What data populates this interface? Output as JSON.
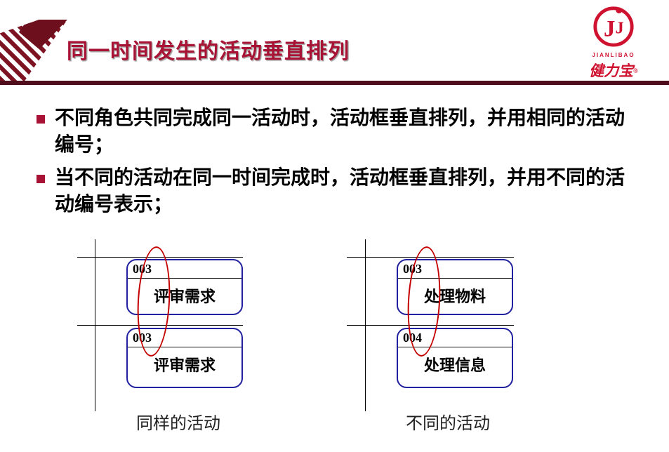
{
  "header": {
    "title": "同一时间发生的活动垂直排列"
  },
  "logo": {
    "emblem_letter": "J",
    "brand": "JIANLIBAO",
    "script": "健力宝",
    "registered": "®"
  },
  "bullets": [
    {
      "text": "不同角色共同完成同一活动时，活动框垂直排列，并用相同的活动编号；"
    },
    {
      "text": "当不同的活动在同一时间完成时，活动框垂直排列，并用不同的活动编号表示；"
    }
  ],
  "diagrams": [
    {
      "caption": "同样的活动",
      "boxes": [
        {
          "number": "003",
          "label": "评审需求"
        },
        {
          "number": "003",
          "label": "评审需求"
        }
      ]
    },
    {
      "caption": "不同的活动",
      "boxes": [
        {
          "number": "003",
          "label": "处理物料"
        },
        {
          "number": "004",
          "label": "处理信息"
        }
      ]
    }
  ],
  "colors": {
    "accent": "#a81234",
    "title_rule": "#4d0d1b",
    "box_border": "#2020a0",
    "ellipse": "#c40000",
    "logo_red": "#cf1230"
  }
}
